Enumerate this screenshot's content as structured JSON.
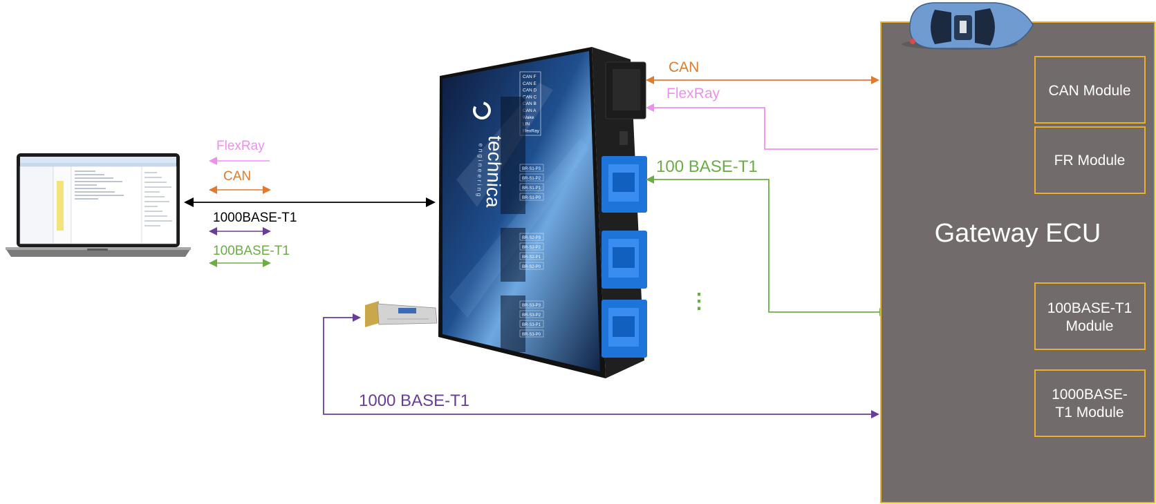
{
  "colors": {
    "can": "#e07a2e",
    "flexray": "#f08ef0",
    "t1_100": "#6aad45",
    "t1_1000": "#6a3c9a",
    "ethernet": "#000000",
    "ecu_fill": "#716b6b",
    "ecu_border": "#e8b22a",
    "car_body": "#6f9bd1"
  },
  "legend": {
    "flexray": "FlexRay",
    "can": "CAN",
    "t1_1000": "1000BASE-T1",
    "t1_100": "100BASE-T1"
  },
  "links": {
    "can": "CAN",
    "flexray": "FlexRay",
    "t1_100": "100 BASE-T1",
    "t1_1000": "1000 BASE-T1"
  },
  "device": {
    "brand": "technica",
    "brand_sub": "engineering",
    "port_labels": [
      "CAN F",
      "CAN E",
      "CAN D",
      "CAN C",
      "CAN B",
      "CAN A",
      "Wake",
      "LIN",
      "FlexRay"
    ],
    "switch_ports": [
      [
        "BR-S1-P3",
        "BR-S1-P2",
        "BR-S1-P1",
        "BR-S1-P0"
      ],
      [
        "BR-S2-P3",
        "BR-S2-P2",
        "BR-S2-P1",
        "BR-S2-P0"
      ],
      [
        "BR-S3-P3",
        "BR-S3-P2",
        "BR-S3-P1",
        "BR-S3-P0"
      ]
    ],
    "continuation": "⋮"
  },
  "ecu": {
    "title": "Gateway ECU",
    "modules": [
      {
        "label_lines": [
          "CAN Module"
        ]
      },
      {
        "label_lines": [
          "FR Module"
        ]
      },
      {
        "label_lines": [
          "100BASE-T1",
          "Module"
        ]
      },
      {
        "label_lines": [
          "1000BASE-",
          "T1 Module"
        ]
      }
    ]
  }
}
